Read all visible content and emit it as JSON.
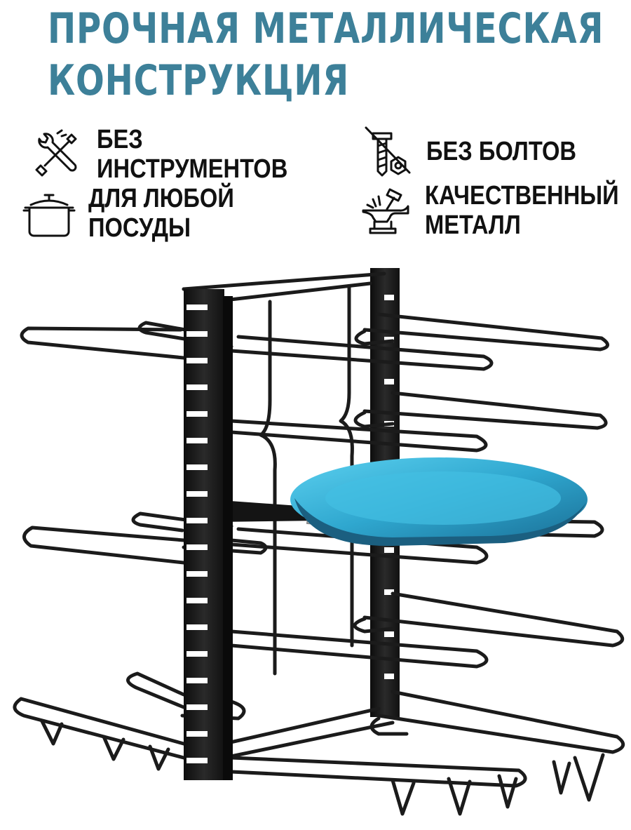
{
  "headline": {
    "line1": "ПРОЧНАЯ МЕТАЛЛИЧЕСКАЯ",
    "line2": "КОНСТРУКЦИЯ",
    "color": "#3d8099"
  },
  "features": {
    "no_tools": {
      "line1": "БЕЗ",
      "line2": "ИНСТРУМЕНТОВ",
      "icon": "tools-crossed-icon"
    },
    "any_cookware": {
      "line1": "ДЛЯ ЛЮБОЙ",
      "line2": "ПОСУДЫ",
      "icon": "cooking-pot-icon"
    },
    "no_bolts": {
      "line1": "БЕЗ БОЛТОВ",
      "icon": "bolt-crossed-icon"
    },
    "quality_metal": {
      "line1": "КАЧЕСТВЕННЫЙ",
      "line2": "МЕТАЛЛ",
      "icon": "anvil-icon"
    }
  },
  "product": {
    "subject": "pan-organizer-rack",
    "colors": {
      "frame": "#1b1b1b",
      "pan": "#2fa7cf"
    }
  }
}
